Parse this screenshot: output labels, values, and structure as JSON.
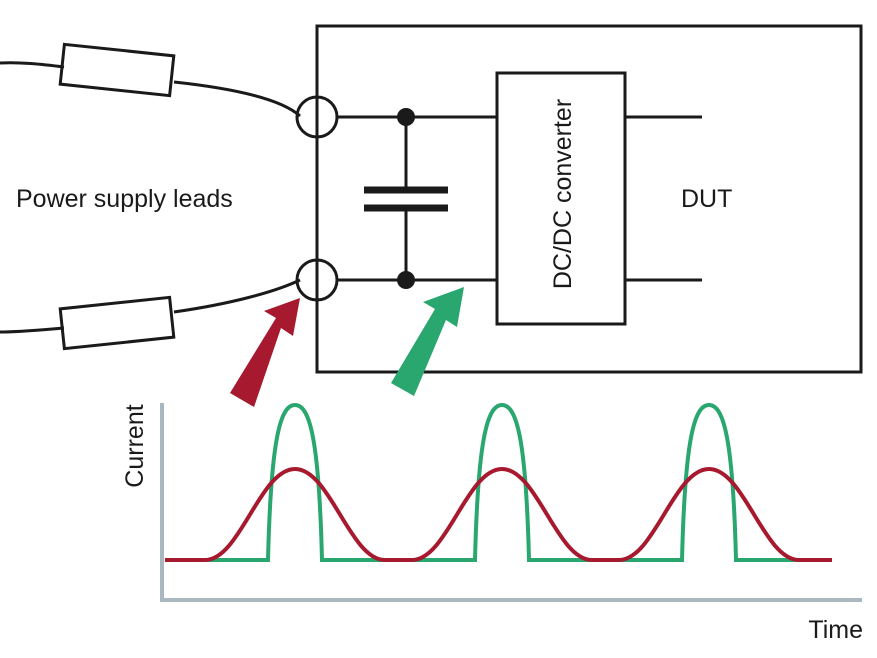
{
  "labels": {
    "power_supply_leads": "Power supply leads",
    "dut": "DUT",
    "converter": "DC/DC converter",
    "current_axis": "Current",
    "time_axis": "Time"
  },
  "colors": {
    "ink": "#1a1a1a",
    "input_current": "#a6192e",
    "converter_current": "#2aa66f",
    "axis": "#a8b7c0"
  },
  "waveform": {
    "pulse_count": 3,
    "converter_current": {
      "shape": "narrow tall pulses",
      "color": "#2aa66f"
    },
    "input_current": {
      "shape": "wide smoothed pulses",
      "color": "#a6192e"
    }
  }
}
